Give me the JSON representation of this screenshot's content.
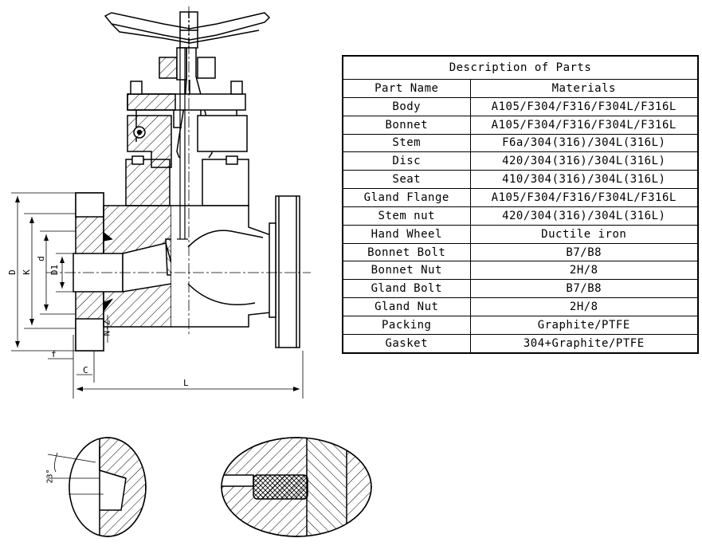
{
  "parts_table": {
    "title": "Description of Parts",
    "headers": [
      "Part Name",
      "Materials"
    ],
    "rows": [
      {
        "part": "Body",
        "material": "A105/F304/F316/F304L/F316L"
      },
      {
        "part": "Bonnet",
        "material": "A105/F304/F316/F304L/F316L"
      },
      {
        "part": "Stem",
        "material": "F6a/304(316)/304L(316L)"
      },
      {
        "part": "Disc",
        "material": "420/304(316)/304L(316L)"
      },
      {
        "part": "Seat",
        "material": "410/304(316)/304L(316L)"
      },
      {
        "part": "Gland Flange",
        "material": "A105/F304/F316/F304L/F316L"
      },
      {
        "part": "Stem nut",
        "material": "420/304(316)/304L(316L)"
      },
      {
        "part": "Hand Wheel",
        "material": "Ductile iron"
      },
      {
        "part": "Bonnet Bolt",
        "material": "B7/B8"
      },
      {
        "part": "Bonnet Nut",
        "material": "2H/8"
      },
      {
        "part": "Gland Bolt",
        "material": "B7/B8"
      },
      {
        "part": "Gland Nut",
        "material": "2H/8"
      },
      {
        "part": "Packing",
        "material": "Graphite/PTFE"
      },
      {
        "part": "Gasket",
        "material": "304+Graphite/PTFE"
      }
    ]
  },
  "dimension_labels": {
    "D": "D",
    "K": "K",
    "d": "d",
    "D1": "D1",
    "N_Z": "N-Z",
    "f": "f",
    "C": "C",
    "L": "L"
  },
  "detail_angle": "23°"
}
